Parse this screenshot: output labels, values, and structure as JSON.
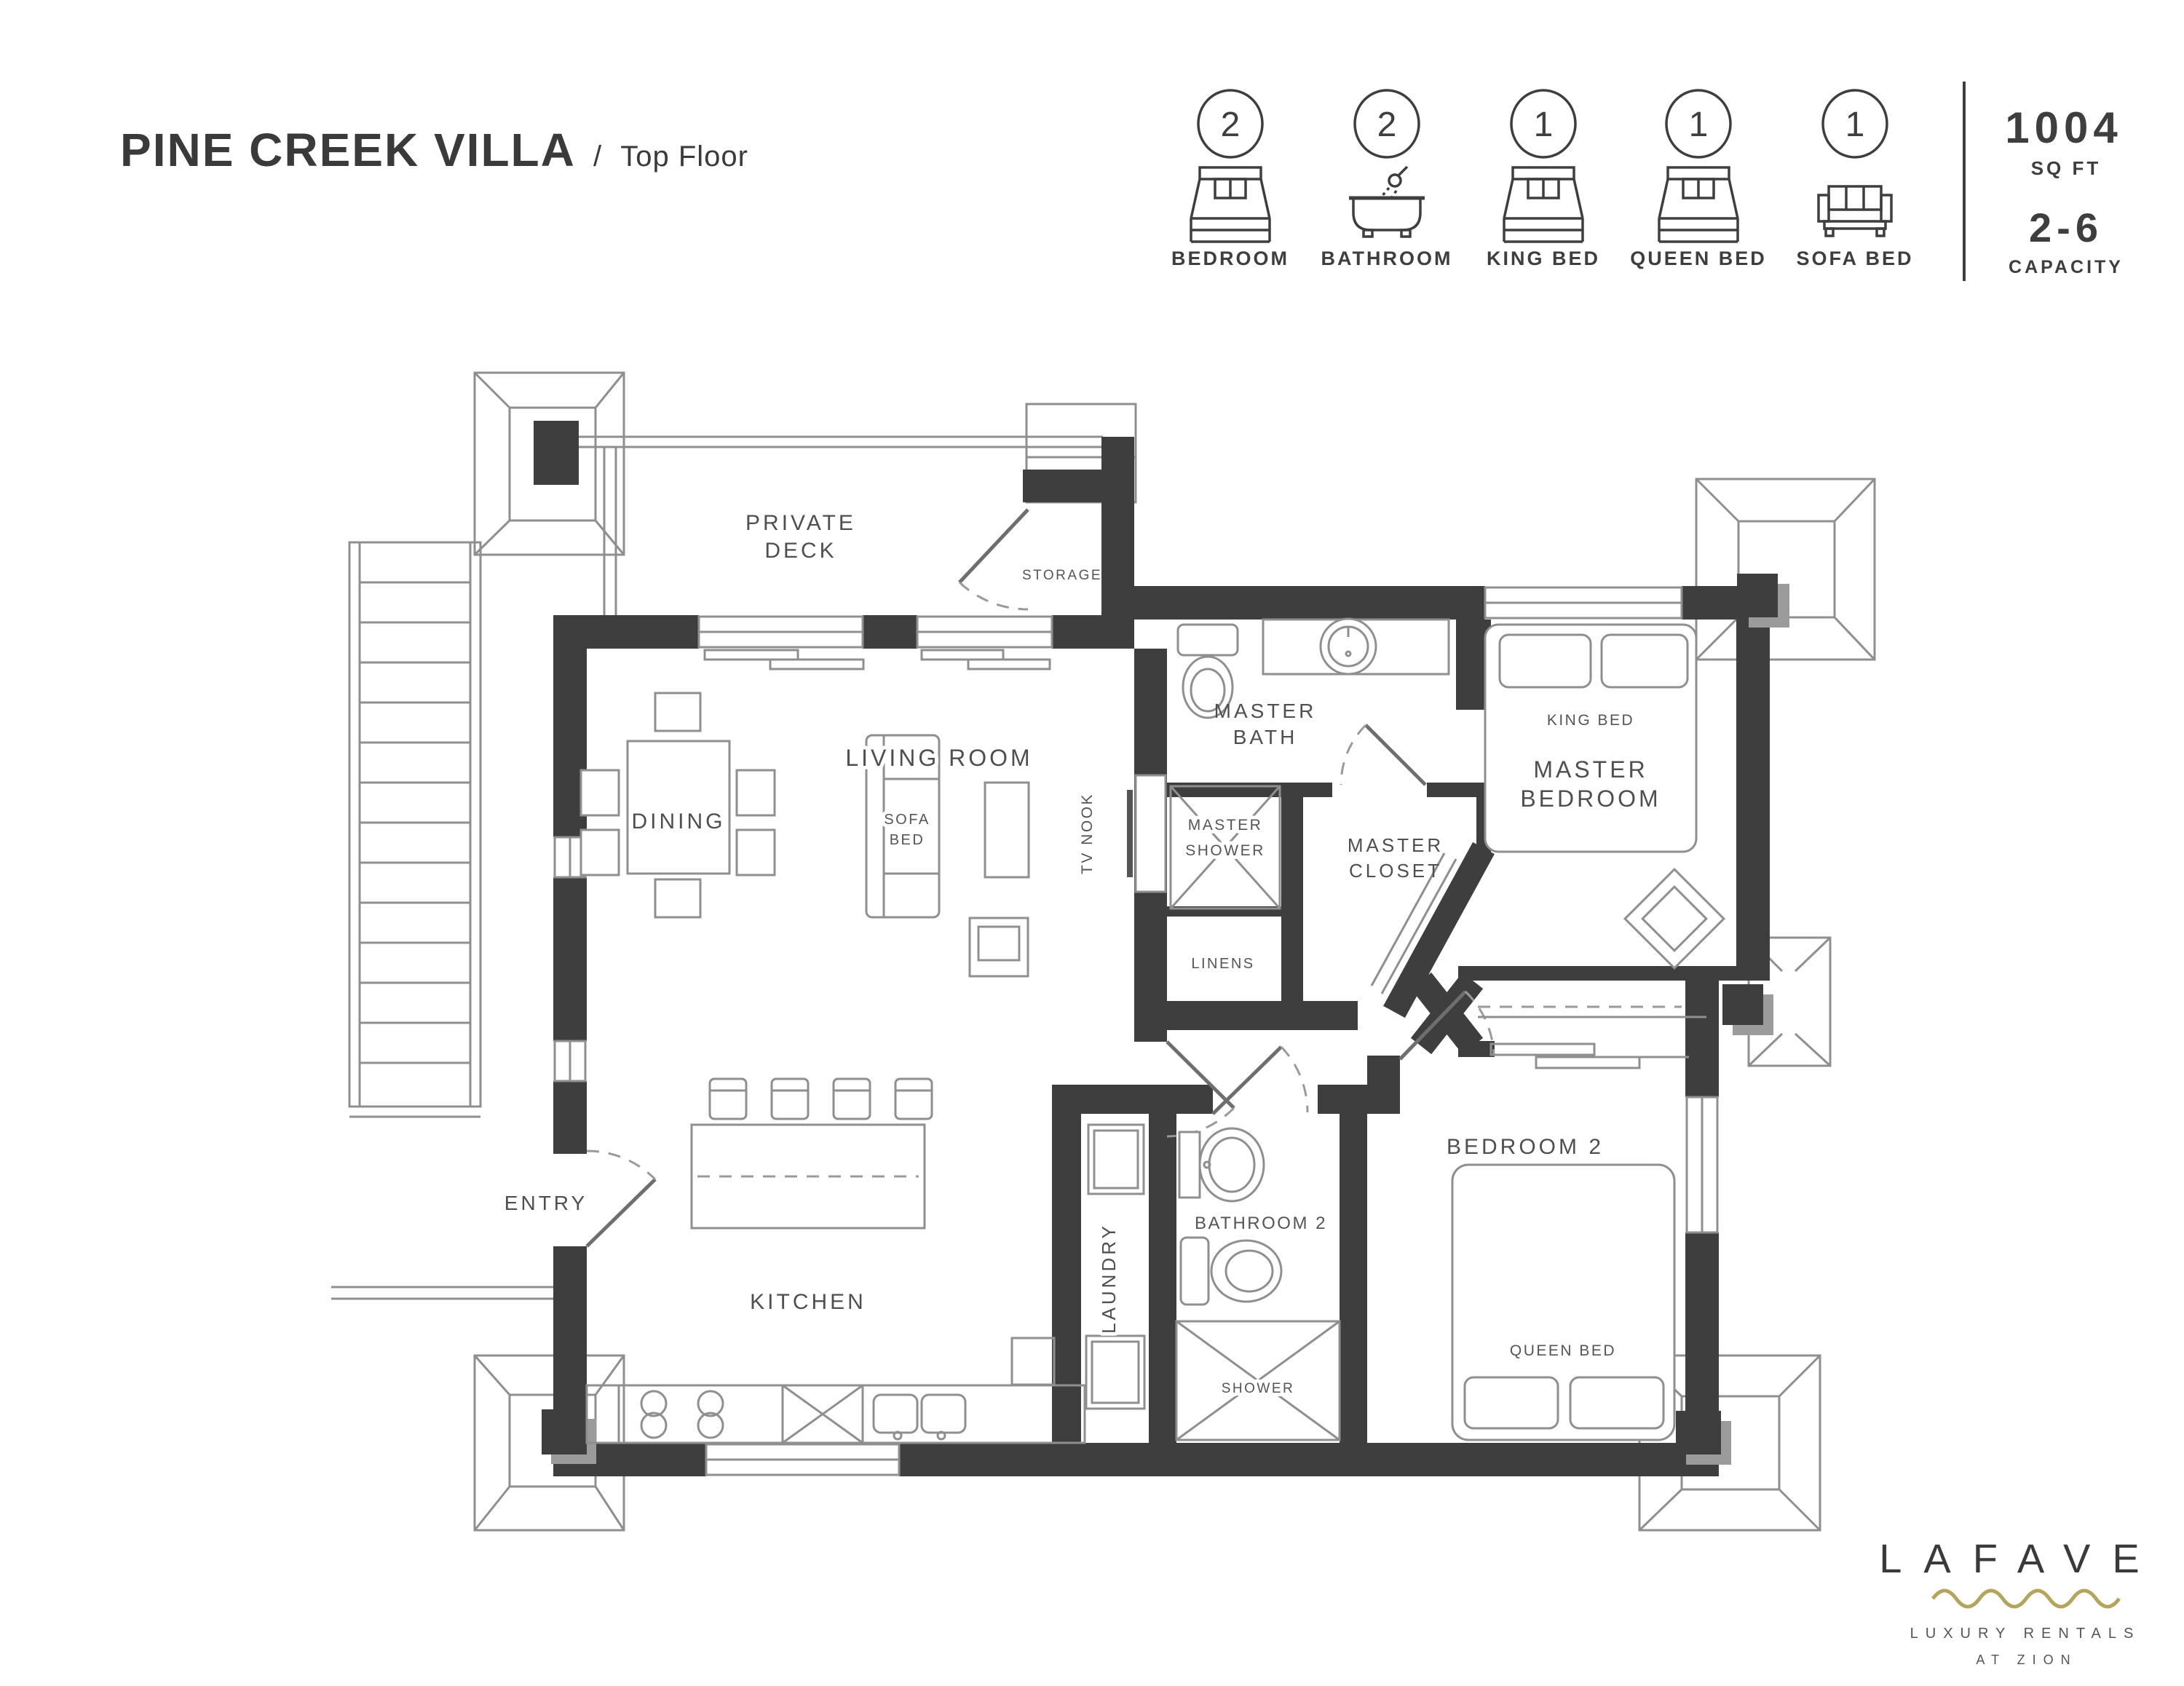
{
  "header": {
    "title": "PINE CREEK VILLA",
    "separator": "/",
    "subtitle": "Top Floor"
  },
  "legend": {
    "items": [
      {
        "icon": "bed-icon",
        "count": "2",
        "label": "BEDROOM"
      },
      {
        "icon": "bathtub-icon",
        "count": "2",
        "label": "BATHROOM"
      },
      {
        "icon": "bed-icon",
        "count": "1",
        "label": "KING BED"
      },
      {
        "icon": "bed-icon",
        "count": "1",
        "label": "QUEEN BED"
      },
      {
        "icon": "sofa-icon",
        "count": "1",
        "label": "SOFA BED"
      }
    ]
  },
  "stats": {
    "area_value": "1004",
    "area_unit": "SQ FT",
    "capacity_value": "2-6",
    "capacity_label": "CAPACITY"
  },
  "rooms": {
    "private_deck_l1": "PRIVATE",
    "private_deck_l2": "DECK",
    "storage": "STORAGE",
    "master_bath_l1": "MASTER",
    "master_bath_l2": "BATH",
    "master_shower_l1": "MASTER",
    "master_shower_l2": "SHOWER",
    "master_closet_l1": "MASTER",
    "master_closet_l2": "CLOSET",
    "linens": "LINENS",
    "master_bedroom_l1": "MASTER",
    "master_bedroom_l2": "BEDROOM",
    "king_bed": "KING BED",
    "living_room": "LIVING ROOM",
    "sofa_bed_l1": "SOFA",
    "sofa_bed_l2": "BED",
    "tv_nook": "TV NOOK",
    "dining": "DINING",
    "entry": "ENTRY",
    "kitchen": "KITCHEN",
    "laundry": "LAUNDRY",
    "bathroom2": "BATHROOM 2",
    "shower": "SHOWER",
    "bedroom2": "BEDROOM 2",
    "queen_bed": "QUEEN BED"
  },
  "brand": {
    "name": "LAFAVE",
    "tagline_line1": "LUXURY RENTALS",
    "tagline_line2": "AT ZION"
  },
  "colors": {
    "wall": "#3e3e3e",
    "thin_line": "#8f8f8f",
    "text": "#4a4a4a",
    "accent_wave": "#b3a55e"
  }
}
